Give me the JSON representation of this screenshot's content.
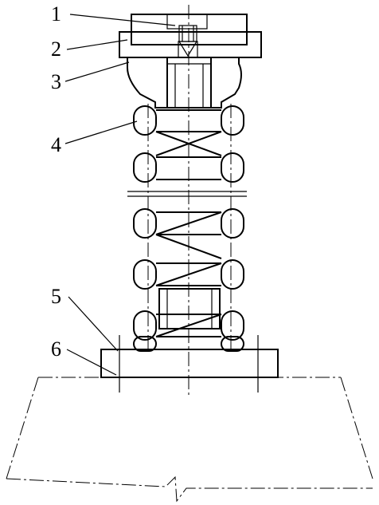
{
  "labels": [
    {
      "id": "1",
      "text": "1"
    },
    {
      "id": "2",
      "text": "2"
    },
    {
      "id": "3",
      "text": "3"
    },
    {
      "id": "4",
      "text": "4"
    },
    {
      "id": "5",
      "text": "5"
    },
    {
      "id": "6",
      "text": "6"
    }
  ],
  "colors": {
    "line": "#000000",
    "background": "#ffffff"
  }
}
